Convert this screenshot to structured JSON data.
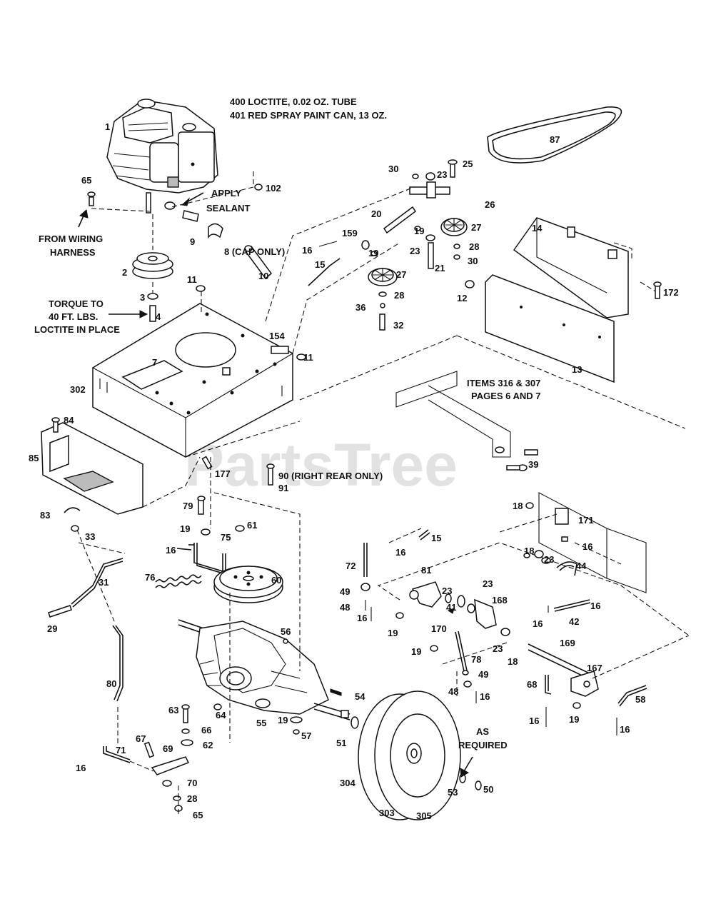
{
  "notes": {
    "loctite": "400  LOCTITE, 0.02 OZ. TUBE",
    "paint": "401  RED SPRAY PAINT CAN, 13 OZ.",
    "apply_sealant_1": "APPLY",
    "apply_sealant_2": "SEALANT",
    "wiring_1": "FROM WIRING",
    "wiring_2": "HARNESS",
    "cap_only": "8 (CAP ONLY)",
    "torque_1": "TORQUE TO",
    "torque_2": "40 FT. LBS.",
    "torque_3": "LOCTITE IN PLACE",
    "items_1": "ITEMS 316 & 307",
    "items_2": "PAGES 6 AND 7",
    "right_rear": "90 (RIGHT REAR ONLY)",
    "as_required_1": "AS",
    "as_required_2": "REQUIRED"
  },
  "watermark": "PartsTree",
  "labels": [
    {
      "id": "1",
      "text": "1"
    },
    {
      "id": "65a",
      "text": "65"
    },
    {
      "id": "102",
      "text": "102"
    },
    {
      "id": "9",
      "text": "9"
    },
    {
      "id": "2",
      "text": "2"
    },
    {
      "id": "3",
      "text": "3"
    },
    {
      "id": "4",
      "text": "4"
    },
    {
      "id": "11a",
      "text": "11"
    },
    {
      "id": "10",
      "text": "10"
    },
    {
      "id": "16a",
      "text": "16"
    },
    {
      "id": "15a",
      "text": "15"
    },
    {
      "id": "159",
      "text": "159"
    },
    {
      "id": "19a",
      "text": "19"
    },
    {
      "id": "20",
      "text": "20"
    },
    {
      "id": "30a",
      "text": "30"
    },
    {
      "id": "23a",
      "text": "23"
    },
    {
      "id": "25",
      "text": "25"
    },
    {
      "id": "26",
      "text": "26"
    },
    {
      "id": "19b",
      "text": "19"
    },
    {
      "id": "27a",
      "text": "27"
    },
    {
      "id": "23b",
      "text": "23"
    },
    {
      "id": "21",
      "text": "21"
    },
    {
      "id": "28a",
      "text": "28"
    },
    {
      "id": "30b",
      "text": "30"
    },
    {
      "id": "27b",
      "text": "27"
    },
    {
      "id": "28b",
      "text": "28"
    },
    {
      "id": "36",
      "text": "36"
    },
    {
      "id": "32",
      "text": "32"
    },
    {
      "id": "87",
      "text": "87"
    },
    {
      "id": "14",
      "text": "14"
    },
    {
      "id": "12",
      "text": "12"
    },
    {
      "id": "172",
      "text": "172"
    },
    {
      "id": "13",
      "text": "13"
    },
    {
      "id": "154",
      "text": "154"
    },
    {
      "id": "11b",
      "text": "11"
    },
    {
      "id": "7",
      "text": "7"
    },
    {
      "id": "302",
      "text": "302"
    },
    {
      "id": "84",
      "text": "84"
    },
    {
      "id": "85",
      "text": "85"
    },
    {
      "id": "177",
      "text": "177"
    },
    {
      "id": "91",
      "text": "91"
    },
    {
      "id": "39",
      "text": "39"
    },
    {
      "id": "83",
      "text": "83"
    },
    {
      "id": "33",
      "text": "33"
    },
    {
      "id": "79",
      "text": "79"
    },
    {
      "id": "19c",
      "text": "19"
    },
    {
      "id": "61",
      "text": "61"
    },
    {
      "id": "75",
      "text": "75"
    },
    {
      "id": "16b",
      "text": "16"
    },
    {
      "id": "76",
      "text": "76"
    },
    {
      "id": "60",
      "text": "60"
    },
    {
      "id": "31",
      "text": "31"
    },
    {
      "id": "29",
      "text": "29"
    },
    {
      "id": "18a",
      "text": "18"
    },
    {
      "id": "171",
      "text": "171"
    },
    {
      "id": "16c",
      "text": "16"
    },
    {
      "id": "18b",
      "text": "18"
    },
    {
      "id": "23c",
      "text": "23"
    },
    {
      "id": "44",
      "text": "44"
    },
    {
      "id": "15b",
      "text": "15"
    },
    {
      "id": "16d",
      "text": "16"
    },
    {
      "id": "72",
      "text": "72"
    },
    {
      "id": "81",
      "text": "81"
    },
    {
      "id": "23d",
      "text": "23"
    },
    {
      "id": "41",
      "text": "41"
    },
    {
      "id": "23e",
      "text": "23"
    },
    {
      "id": "168",
      "text": "168"
    },
    {
      "id": "49a",
      "text": "49"
    },
    {
      "id": "48a",
      "text": "48"
    },
    {
      "id": "16e",
      "text": "16"
    },
    {
      "id": "19d",
      "text": "19"
    },
    {
      "id": "170",
      "text": "170"
    },
    {
      "id": "16f",
      "text": "16"
    },
    {
      "id": "16g",
      "text": "16"
    },
    {
      "id": "42",
      "text": "42"
    },
    {
      "id": "56",
      "text": "56"
    },
    {
      "id": "19e",
      "text": "19"
    },
    {
      "id": "78",
      "text": "78"
    },
    {
      "id": "23f",
      "text": "23"
    },
    {
      "id": "18c",
      "text": "18"
    },
    {
      "id": "169",
      "text": "169"
    },
    {
      "id": "49b",
      "text": "49"
    },
    {
      "id": "48b",
      "text": "48"
    },
    {
      "id": "16h",
      "text": "16"
    },
    {
      "id": "167",
      "text": "167"
    },
    {
      "id": "68",
      "text": "68"
    },
    {
      "id": "80",
      "text": "80"
    },
    {
      "id": "54",
      "text": "54"
    },
    {
      "id": "58",
      "text": "58"
    },
    {
      "id": "63",
      "text": "63"
    },
    {
      "id": "64",
      "text": "64"
    },
    {
      "id": "55",
      "text": "55"
    },
    {
      "id": "19f",
      "text": "19"
    },
    {
      "id": "16i",
      "text": "16"
    },
    {
      "id": "19g",
      "text": "19"
    },
    {
      "id": "16j",
      "text": "16"
    },
    {
      "id": "66",
      "text": "66"
    },
    {
      "id": "57",
      "text": "57"
    },
    {
      "id": "51",
      "text": "51"
    },
    {
      "id": "67",
      "text": "67"
    },
    {
      "id": "69",
      "text": "69"
    },
    {
      "id": "62",
      "text": "62"
    },
    {
      "id": "16k",
      "text": "16"
    },
    {
      "id": "71",
      "text": "71"
    },
    {
      "id": "70",
      "text": "70"
    },
    {
      "id": "28c",
      "text": "28"
    },
    {
      "id": "65b",
      "text": "65"
    },
    {
      "id": "304",
      "text": "304"
    },
    {
      "id": "53",
      "text": "53"
    },
    {
      "id": "50",
      "text": "50"
    },
    {
      "id": "303",
      "text": "303"
    },
    {
      "id": "305",
      "text": "305"
    }
  ]
}
